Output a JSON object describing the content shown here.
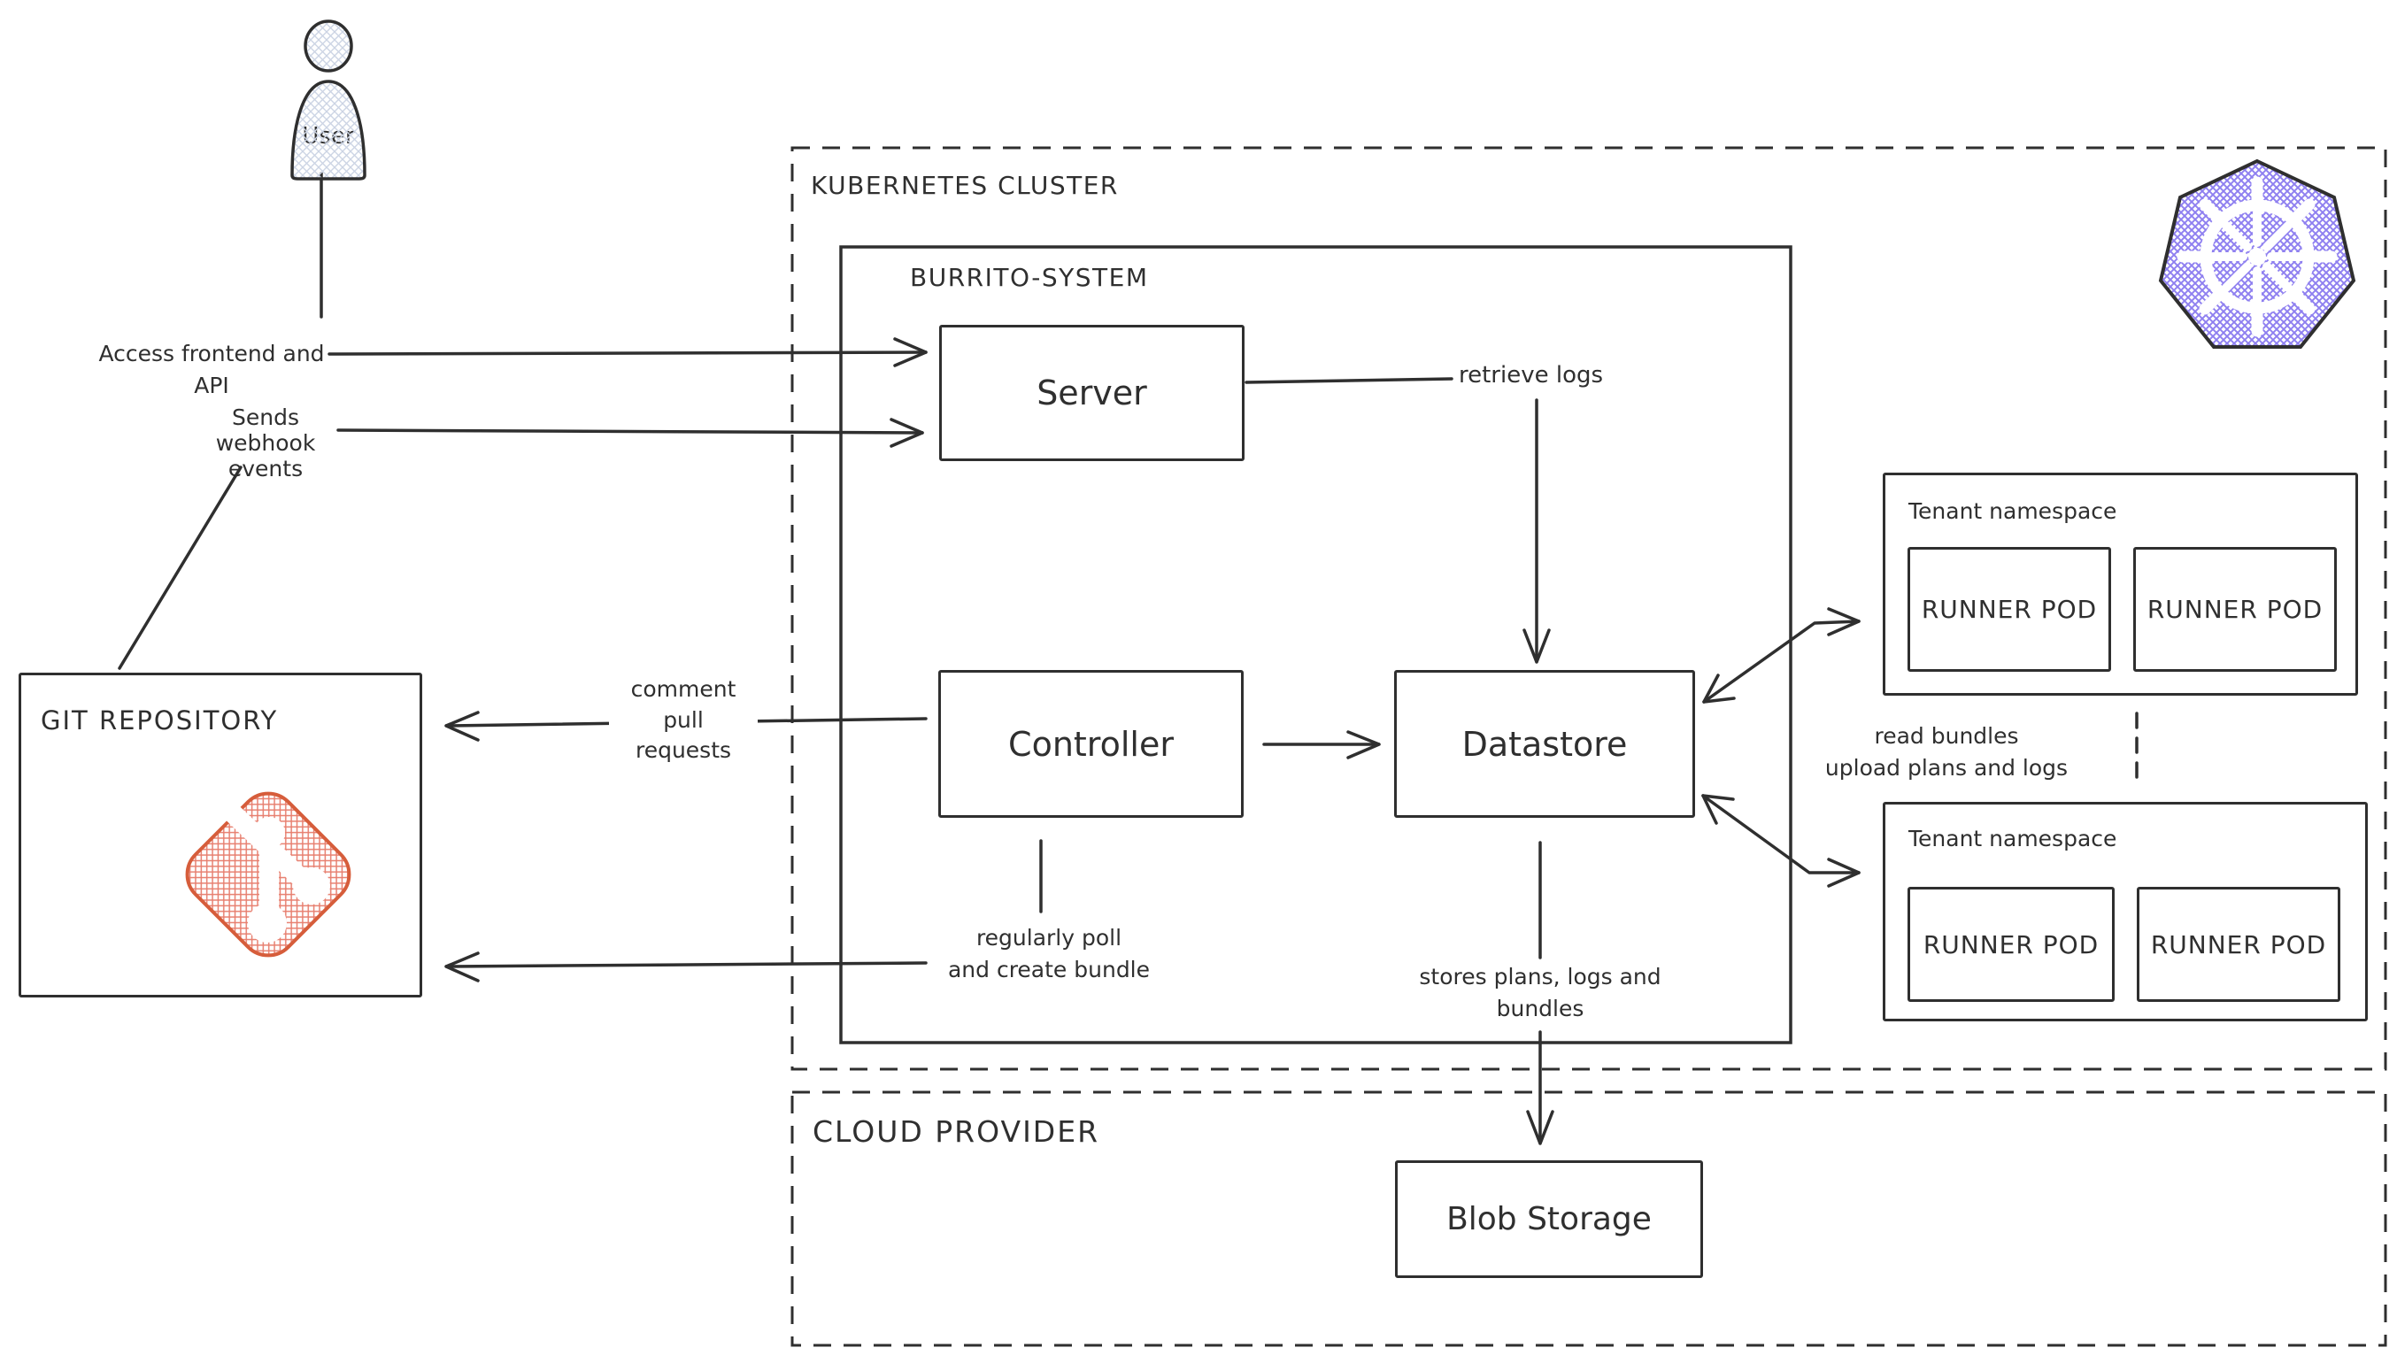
{
  "user": {
    "label": "User"
  },
  "git_repository": {
    "label": "GIT REPOSITORY"
  },
  "kubernetes_cluster": {
    "label": "KUBERNETES CLUSTER",
    "burrito_system": {
      "label": "BURRITO-SYSTEM",
      "server": {
        "label": "Server"
      },
      "controller": {
        "label": "Controller"
      },
      "datastore": {
        "label": "Datastore"
      }
    },
    "tenant_namespaces": [
      {
        "label": "Tenant namespace",
        "runner_pods": [
          {
            "label": "RUNNER POD"
          },
          {
            "label": "RUNNER POD"
          }
        ]
      },
      {
        "label": "Tenant namespace",
        "runner_pods": [
          {
            "label": "RUNNER POD"
          },
          {
            "label": "RUNNER POD"
          }
        ]
      }
    ]
  },
  "cloud_provider": {
    "label": "CLOUD PROVIDER",
    "blob_storage": {
      "label": "Blob Storage"
    }
  },
  "annotations": {
    "access": "Access frontend and API",
    "webhook": "Sends webhook\nevents",
    "retrieve_logs": "retrieve logs",
    "comment_pr": "comment\npull\nrequests",
    "regular_poll": "regularly poll\nand create bundle",
    "stores": "stores plans, logs and\nbundles",
    "read_bundles": "read bundles\nupload plans and logs"
  },
  "icons": {
    "user": "user-icon",
    "git": "git-icon",
    "kubernetes": "kubernetes-icon"
  },
  "colors": {
    "stroke": "#2f2f2f",
    "git_outline": "#d65d3b",
    "git_hatch": "#e77e6e",
    "kubernetes_hatch": "#8e7ff0",
    "user_hatch": "#ccd4e4"
  }
}
